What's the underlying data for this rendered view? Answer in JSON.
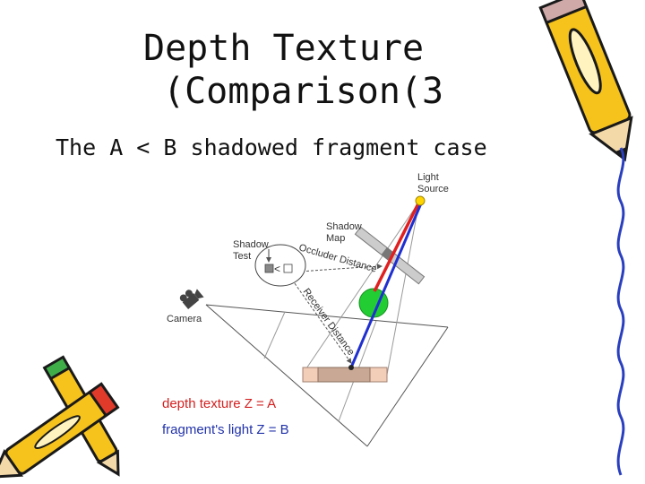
{
  "slide": {
    "title_line1": "Depth Texture",
    "title_line2": "(Comparison(3",
    "subtitle": "The A < B shadowed fragment case"
  },
  "diagram": {
    "light_label_1": "Light",
    "light_label_2": "Source",
    "shadow_map_label_1": "Shadow",
    "shadow_map_label_2": "Map",
    "shadow_test_label_1": "Shadow",
    "shadow_test_label_2": "Test",
    "compare_symbol": "<",
    "occluder_distance_label": "Occluder Distance",
    "receiver_distance_label": "Receiver Distance",
    "camera_label": "Camera",
    "legend_a": "depth texture Z = A",
    "legend_b": "fragment's light Z = B",
    "colors": {
      "legend_a": "#d42020",
      "legend_b": "#2233aa",
      "ray_a": "#e02020",
      "ray_b": "#1f2fd0",
      "occluder": "#22cc33",
      "light": "#ffd400",
      "receiver": "#c9a995"
    }
  }
}
